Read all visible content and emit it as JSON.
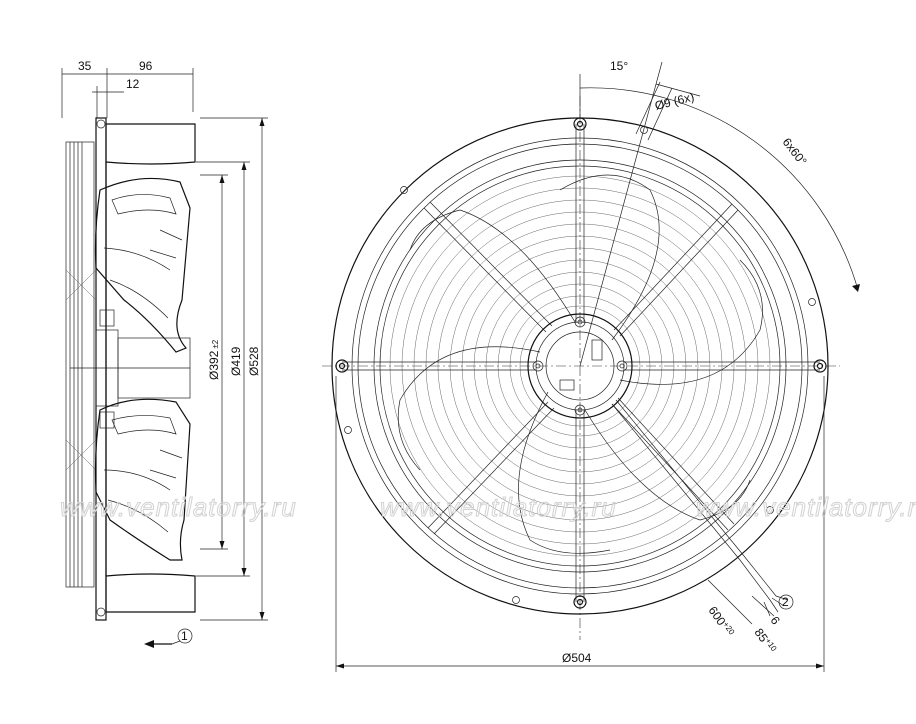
{
  "side_view": {
    "dim_35": "35",
    "dim_96": "96",
    "dim_12": "12",
    "dim_392": "Ø392",
    "dim_392_tol": "±2",
    "dim_419": "Ø419",
    "dim_528": "Ø528",
    "airflow_marker": "1"
  },
  "front_view": {
    "angle_15": "15°",
    "holes": "Ø9 (6x)",
    "pitch": "6x60°",
    "dim_504": "Ø504",
    "cable_length": "600",
    "cable_length_tol": "+20",
    "strip_6": "6",
    "strip_85": "85",
    "strip_85_tol": "+10",
    "cable_marker": "2"
  },
  "watermark": "www.ventilatorry.ru"
}
